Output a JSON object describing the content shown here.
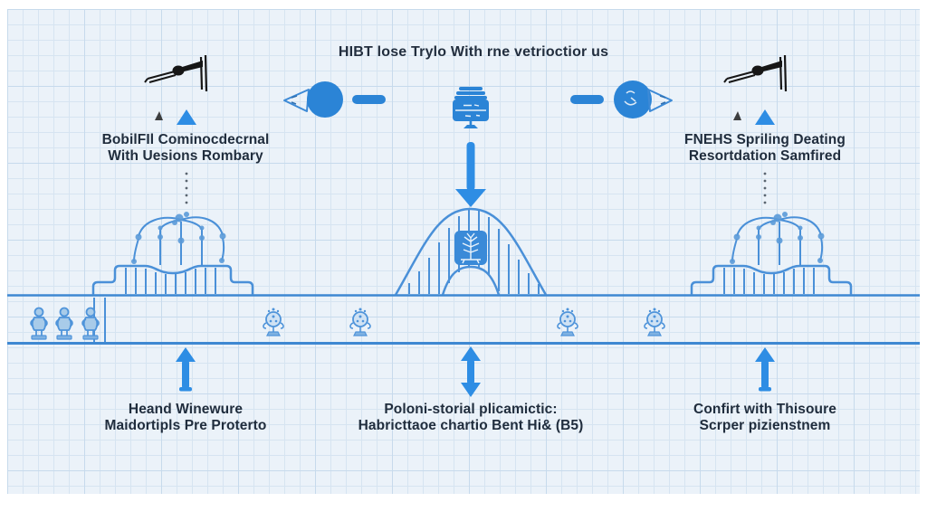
{
  "title": "HIBT lose Trylo With rne vetrioctior us",
  "callouts": {
    "top_left": {
      "line1": "BobilFIl Cominocdecrnal",
      "line2": "With Uesions Rombary"
    },
    "top_right": {
      "line1": "FNEHS Spriling Deating",
      "line2": "Resortdation Samfired"
    },
    "bottom_left": {
      "line1": "Heand Winewure",
      "line2": "Maidortipls Pre Proterto"
    },
    "bottom_center": {
      "line1": "Poloni-storial plicamictic:",
      "line2": "Habricttaoe chartio Bent Hi& (B5)"
    },
    "bottom_right": {
      "line1": "Confirt with Thisoure",
      "line2": "Scrper pizienstnem"
    }
  },
  "icons": {
    "robotic_arm": "black articulated arm (top left and top right)",
    "flag_pointer": "triangular flag pointer outline",
    "node_circle": "solid blue circle node",
    "dash_connector": "blue rounded dash",
    "server_box": "blue archive/server box",
    "chip_tree": "blue chip with white circuit tree",
    "fountain_structure": "pedestal with fountain sprays",
    "arch_bridge": "hatched bell arch",
    "statue_figure": "small blue statue",
    "emblem_crest": "small blue ornate crest",
    "up_arrow": "blue up arrow",
    "down_arrow": "blue down arrow",
    "double_arrow": "blue double-headed vertical arrow"
  },
  "colors": {
    "accent_blue": "#2b84d6",
    "arrow_blue": "#2e8de4",
    "outline_blue": "#4a90d8",
    "figure_blue": "#5b9bd9",
    "ground_blue": "#3e88d2",
    "grid_bg": "#ebf2f9",
    "grid_line": "#d6e4f1",
    "text_dark": "#202d3d",
    "icon_black": "#161616"
  }
}
